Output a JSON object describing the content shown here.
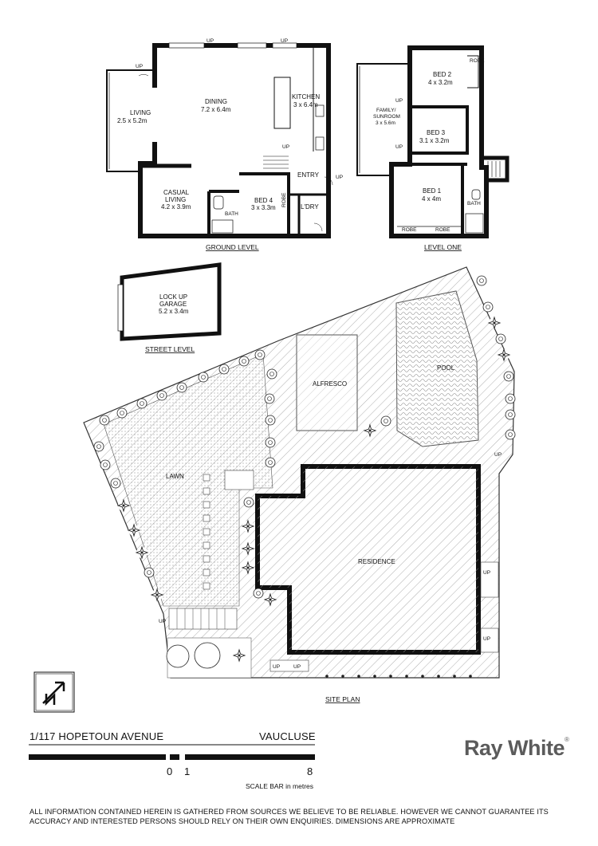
{
  "plans": {
    "ground_level": "GROUND LEVEL",
    "level_one": "LEVEL ONE",
    "street_level": "STREET LEVEL",
    "site_plan": "SITE PLAN"
  },
  "rooms": {
    "living": {
      "name": "LIVING",
      "size": "2.5 x 5.2m"
    },
    "dining": {
      "name": "DINING",
      "size": "7.2 x 6.4m"
    },
    "kitchen": {
      "name": "KITCHEN",
      "size": "3 x 6.4m"
    },
    "casual_living": {
      "name1": "CASUAL",
      "name2": "LIVING",
      "size": "4.2 x 3.9m"
    },
    "bed4": {
      "name": "BED 4",
      "size": "3 x 3.3m"
    },
    "bath": "BATH",
    "robe": "ROBE",
    "entry": "ENTRY",
    "laundry": "L'DRY",
    "family": {
      "name1": "FAMILY/",
      "name2": "SUNROOM",
      "size": "3 x 5.6m"
    },
    "bed2": {
      "name": "BED 2",
      "size": "4 x 3.2m"
    },
    "bed3": {
      "name": "BED 3",
      "size": "3.1 x 3.2m"
    },
    "bed1": {
      "name": "BED 1",
      "size": "4 x 4m"
    },
    "garage": {
      "name1": "LOCK UP",
      "name2": "GARAGE",
      "size": "5.2 x 3.4m"
    },
    "alfresco": "ALFRESCO",
    "pool": "POOL",
    "lawn": "LAWN",
    "residence": "RESIDENCE",
    "up": "UP"
  },
  "footer": {
    "address": "1/117 HOPETOUN AVENUE",
    "suburb": "VAUCLUSE",
    "scale_0": "0",
    "scale_1": "1",
    "scale_8": "8",
    "scale_caption": "SCALE BAR in metres",
    "disclaimer": "ALL INFORMATION CONTAINED HEREIN IS GATHERED FROM SOURCES WE BELIEVE TO BE RELIABLE. HOWEVER WE CANNOT GUARANTEE ITS ACCURACY AND INTERESTED PERSONS SHOULD RELY ON THEIR OWN ENQUIRIES. DIMENSIONS ARE APPROXIMATE",
    "brand": "Ray White",
    "brand_mark": "®"
  },
  "colors": {
    "wall": "#111111",
    "hatch": "#9a9a9a",
    "brand": "#5b5b5b"
  },
  "icons": {
    "north": "north-arrow-icon"
  }
}
